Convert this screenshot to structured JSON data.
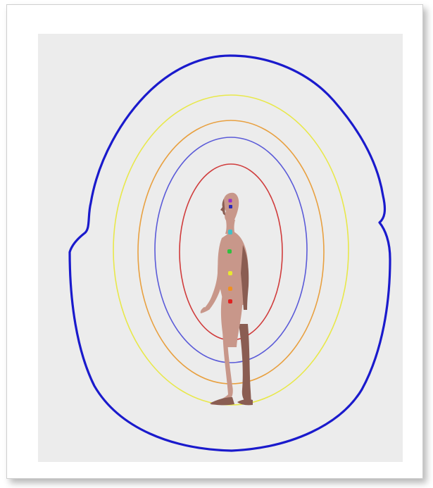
{
  "illustration": {
    "subject": "human-figure-side-view",
    "background_color": "#ececec",
    "frame_color": "#ffffff"
  },
  "auras": [
    {
      "id": "outer-aura",
      "color": "#1a1acc",
      "weight": "bold"
    },
    {
      "id": "yellow-aura",
      "color": "#e8e84a"
    },
    {
      "id": "orange-aura",
      "color": "#e8a040"
    },
    {
      "id": "blue-aura",
      "color": "#5a5ad8"
    },
    {
      "id": "red-aura",
      "color": "#d03c3c"
    }
  ],
  "chakra_points": [
    {
      "name": "crown",
      "color": "#9a30c8"
    },
    {
      "name": "third-eye",
      "color": "#2a2ab8"
    },
    {
      "name": "throat",
      "color": "#40c0c8"
    },
    {
      "name": "heart",
      "color": "#30c040"
    },
    {
      "name": "solar-plexus",
      "color": "#e8e830"
    },
    {
      "name": "sacral",
      "color": "#f09020"
    },
    {
      "name": "root",
      "color": "#e02020"
    }
  ],
  "figure": {
    "skin_color": "#c8978a",
    "shadow_color": "#8a5d52"
  }
}
